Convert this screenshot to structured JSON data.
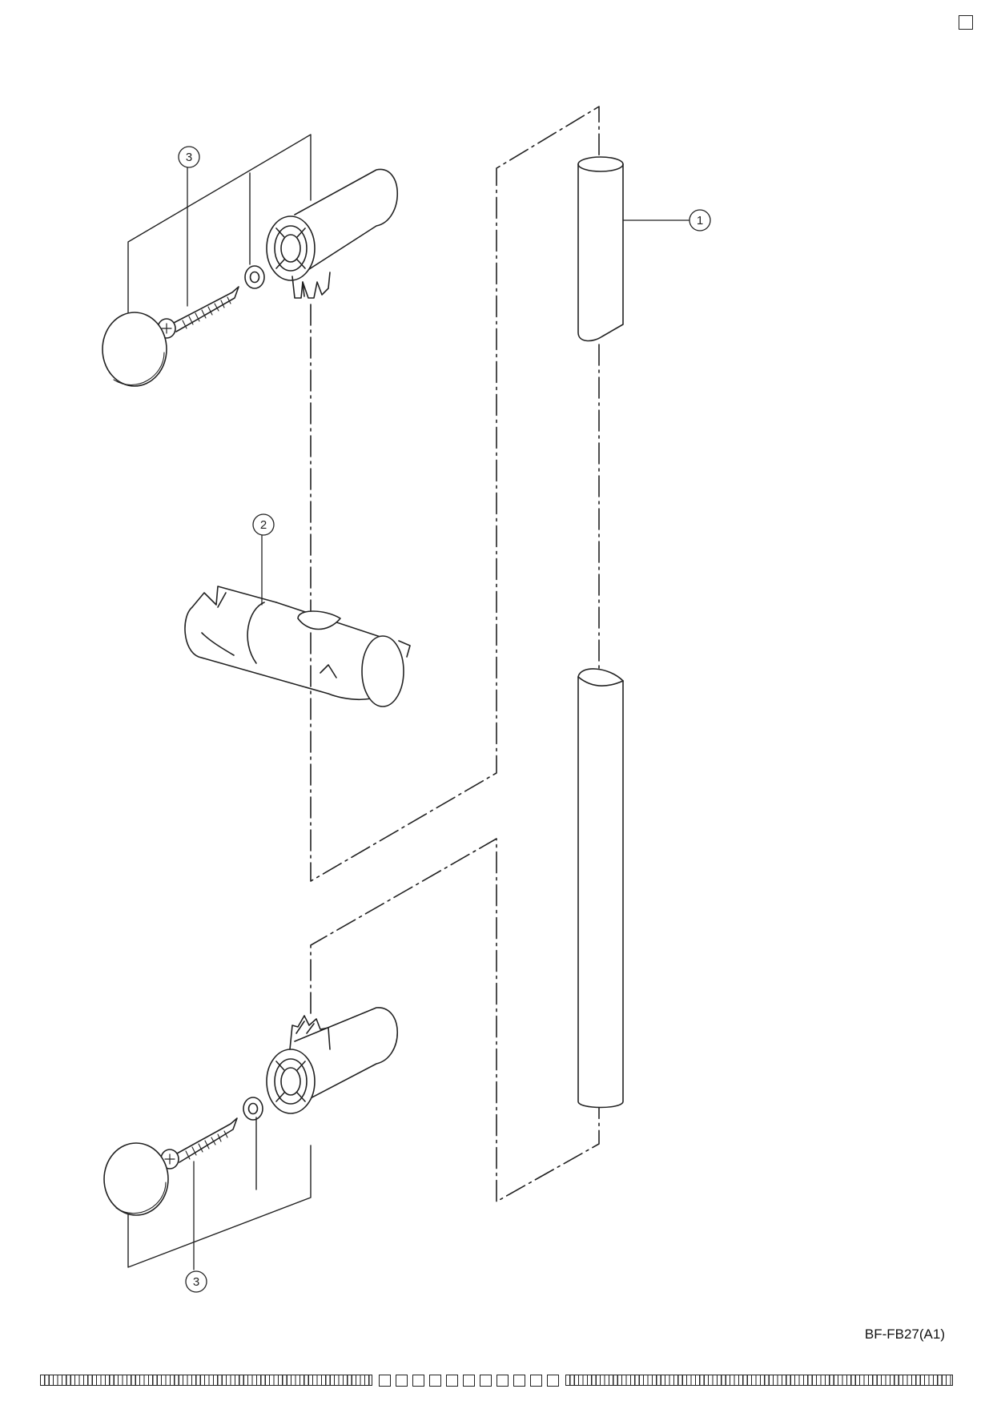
{
  "callouts": {
    "rail": "1",
    "slider": "2",
    "bracket_screw_top": "3",
    "bracket_screw_bottom": "3"
  },
  "document": {
    "code": "BF-FB27(A1)"
  },
  "colors": {
    "line": "#222222",
    "background": "#ffffff"
  },
  "icons": {
    "corner": "checkbox-square-icon"
  }
}
